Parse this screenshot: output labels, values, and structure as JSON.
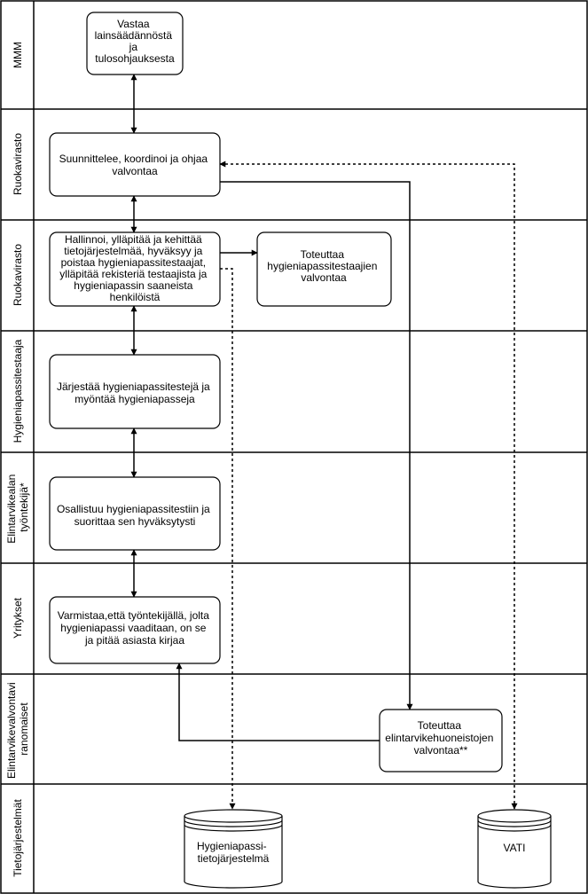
{
  "lanes": [
    {
      "id": "mmm",
      "label_lines": [
        "MMM"
      ]
    },
    {
      "id": "ruokavirasto-1",
      "label_lines": [
        "Ruokavirasto"
      ]
    },
    {
      "id": "ruokavirasto-2",
      "label_lines": [
        "Ruokavirasto"
      ]
    },
    {
      "id": "hygieniapassitestaaja",
      "label_lines": [
        "Hygieniapassitestaaja"
      ]
    },
    {
      "id": "elintarvikealan-tyontekija",
      "label_lines": [
        "Elintarvikealan",
        "työntekijä*"
      ]
    },
    {
      "id": "yritykset",
      "label_lines": [
        "Yritykset"
      ]
    },
    {
      "id": "elintarvikevalvontaviranomaiset",
      "label_lines": [
        "Elintarvikevalvontavi",
        "ranomaiset"
      ]
    },
    {
      "id": "tietojarjestelmat",
      "label_lines": [
        "Tietojärjestelmät"
      ]
    }
  ],
  "boxes": [
    {
      "id": "vastaa",
      "lines": [
        "Vastaa",
        "lainsäädännöstä",
        "ja",
        "tulosohjauksesta"
      ]
    },
    {
      "id": "suunnittelee",
      "lines": [
        "Suunnittelee, koordinoi ja ohjaa",
        "valvontaa"
      ]
    },
    {
      "id": "hallinnoi",
      "lines": [
        "Hallinnoi, ylläpitää ja kehittää",
        "tietojärjestelmää, hyväksyy ja",
        "poistaa hygieniapassitestaajat,",
        "ylläpitää rekisteriä testaajista ja",
        "hygieniapassin saaneista",
        "henkilöistä"
      ]
    },
    {
      "id": "toteuttaa-testaajat",
      "lines": [
        "Toteuttaa",
        "hygieniapassitestaajien",
        "valvontaa"
      ]
    },
    {
      "id": "jarjestaa",
      "lines": [
        "Järjestää hygieniapassitestejä ja",
        "myöntää hygieniapasseja"
      ]
    },
    {
      "id": "osallistuu",
      "lines": [
        "Osallistuu hygieniapassitestiin ja",
        "suorittaa sen hyväksytysti"
      ]
    },
    {
      "id": "varmistaa",
      "lines": [
        "Varmistaa,että työntekijällä, jolta",
        "hygieniapassi vaaditaan, on se",
        "ja pitää asiasta kirjaa"
      ]
    },
    {
      "id": "toteuttaa-huoneistot",
      "lines": [
        "Toteuttaa",
        "elintarvikehuoneistojen",
        "valvontaa**"
      ]
    }
  ],
  "databases": [
    {
      "id": "hygieniapassi-tietojarjestelma",
      "lines": [
        "Hygieniapassi-",
        "tietojärjestelmä"
      ]
    },
    {
      "id": "vati",
      "lines": [
        "VATI"
      ]
    }
  ],
  "colors": {
    "stroke": "#000000",
    "fill": "#ffffff"
  }
}
